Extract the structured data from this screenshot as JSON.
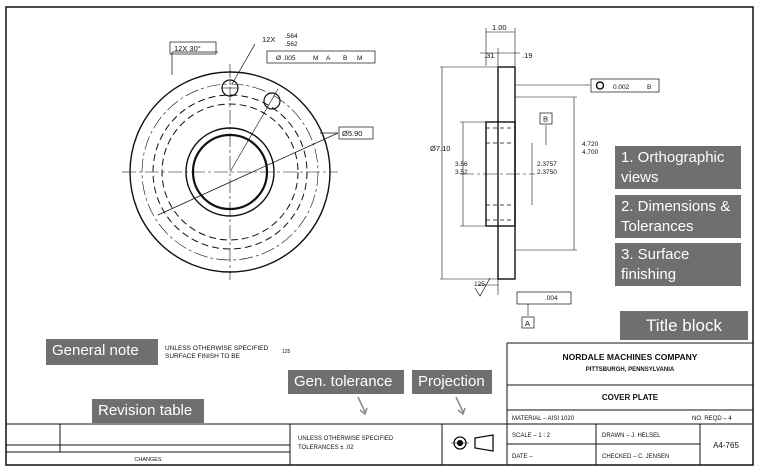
{
  "drawing": {
    "annotations": {
      "angle": "12X 30°",
      "hole_count": "12X",
      "hole_dia_upper": ".564",
      "hole_dia_lower": ".562",
      "hole_fcf": {
        "tol": "Ø .005",
        "mod": "M",
        "datum_a": "A",
        "datum_b": "B",
        "datum_mod": "M"
      },
      "bolt_circle": "Ø5.90",
      "width_total": "1.00",
      "width_left": ".31",
      "width_right": ".19",
      "outer_dia": "Ø7.10",
      "bore_dia_upper": "3.56",
      "bore_dia_lower": "3.52",
      "hub_dia_upper": "2.3757",
      "hub_dia_lower": "2.3750",
      "hub_outer_upper": "4.720",
      "hub_outer_lower": "4.700",
      "runout_tol": "0.002",
      "runout_datum": "B",
      "datum_b": "B",
      "datum_a": "A",
      "finish": "125",
      "flatness_tol": ".004",
      "general_note_line1": "UNLESS OTHERWISE SPECIFIED",
      "general_note_line2": "SURFACE FINISH TO BE",
      "general_note_finish": "125"
    },
    "title_block": {
      "company": "NORDALE MACHINES COMPANY",
      "city": "PITTSBURGH, PENNSYLVANIA",
      "part_name": "COVER PLATE",
      "material": "MATERIAL – AISI 1020",
      "reqd": "NO. REQD – 4",
      "scale": "SCALE – 1 : 2",
      "drawn": "DRAWN – J. HELSEL",
      "drawing_no": "A4-765",
      "date": "DATE –",
      "checked": "CHECKED – C. JENSEN",
      "tol_line1": "UNLESS OTHERWISE SPECIFIED",
      "tol_line2": "TOLERANCES ± .02",
      "changes": "CHANGES"
    }
  },
  "labels": {
    "ortho": "1. Orthographic views",
    "dims": "2. Dimensions & Tolerances",
    "surface": "3. Surface finishing",
    "title_block": "Title block",
    "general_note": "General note",
    "gen_tolerance": "Gen. tolerance",
    "projection": "Projection",
    "revision_table": "Revision table"
  },
  "colors": {
    "label_bg": "#6f6f6f",
    "label_text": "#ffffff",
    "line": "#111111"
  }
}
